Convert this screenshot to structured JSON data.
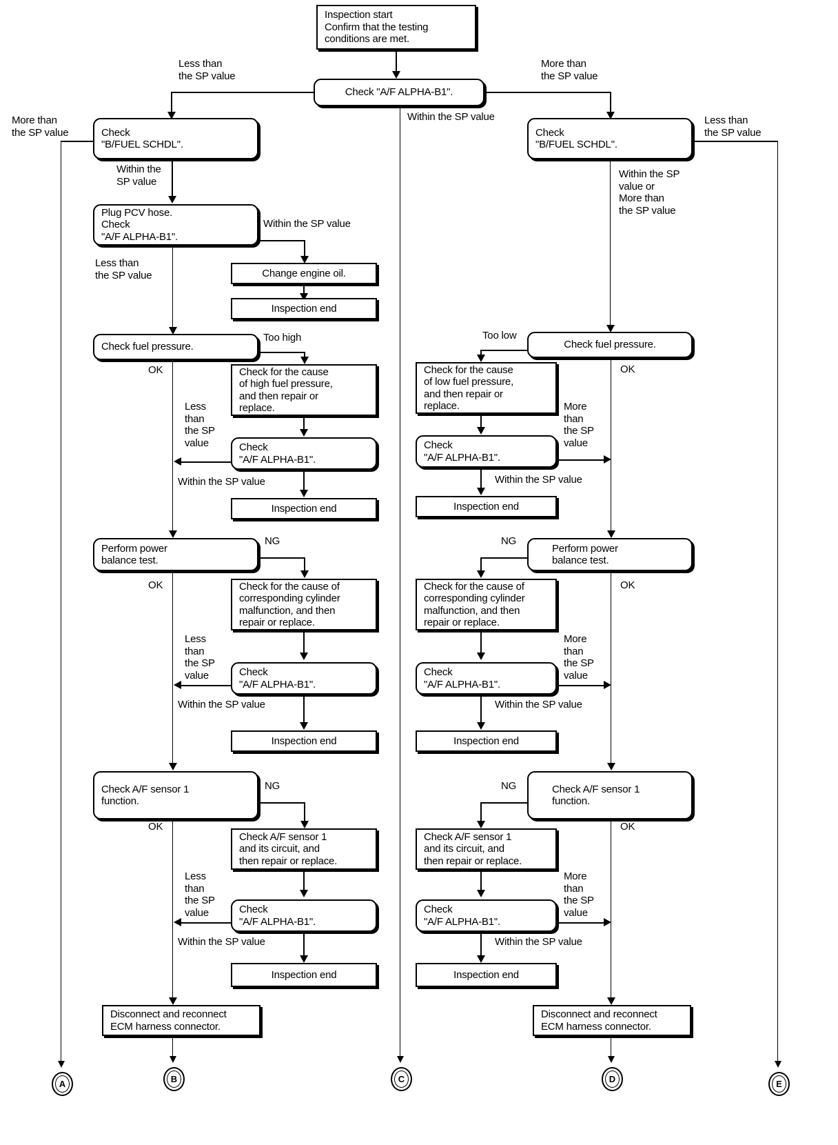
{
  "diagram": {
    "title": "A/F ALPHA-B1 diagnostic flow chart",
    "type": "flowchart",
    "line_color": "#000000",
    "background": "#ffffff"
  },
  "nodes": {
    "start": "Inspection start\nConfirm that the testing\nconditions are met.",
    "check_af_top": "Check \"A/F ALPHA-B1\".",
    "l_bfuel": "Check\n\"B/FUEL SCHDL\".",
    "l_pcv": "Plug PCV hose.\nCheck\n\"A/F ALPHA-B1\".",
    "l_oil": "Change engine oil.",
    "l_end_oil": "Inspection end",
    "l_fuelpress": "Check fuel pressure.",
    "l_cause_high": "Check for the cause\nof high fuel pressure,\nand then repair or\nreplace.",
    "l_af_1": "Check\n\"A/F ALPHA-B1\".",
    "l_end_1": "Inspection end",
    "l_power": "Perform power\nbalance test.",
    "l_cause_cyl": "Check for the cause of\ncorresponding cylinder\nmalfunction, and then\nrepair or replace.",
    "l_af_2": "Check\n\"A/F ALPHA-B1\".",
    "l_end_2": "Inspection end",
    "l_sensor": "Check A/F sensor 1\nfunction.",
    "l_cause_sensor": "Check A/F sensor 1\nand its circuit, and\nthen repair or replace.",
    "l_af_3": "Check\n\"A/F ALPHA-B1\".",
    "l_end_3": "Inspection end",
    "l_ecm": "Disconnect and reconnect\nECM harness connector.",
    "r_bfuel": "Check\n\"B/FUEL SCHDL\".",
    "r_fuelpress": "Check fuel pressure.",
    "r_cause_low": "Check for the cause\nof low fuel pressure,\nand then repair or\nreplace.",
    "r_af_1": "Check\n\"A/F ALPHA-B1\".",
    "r_end_1": "Inspection end",
    "r_power": "Perform power\nbalance test.",
    "r_cause_cyl": "Check for the cause of\ncorresponding cylinder\nmalfunction, and then\nrepair or replace.",
    "r_af_2": "Check\n\"A/F ALPHA-B1\".",
    "r_end_2": "Inspection end",
    "r_sensor": "Check A/F sensor 1\nfunction.",
    "r_cause_sensor": "Check A/F sensor 1\nand its circuit, and\nthen repair or replace.",
    "r_af_3": "Check\n\"A/F ALPHA-B1\".",
    "r_end_3": "Inspection end",
    "r_ecm": "Disconnect and reconnect\nECM harness connector."
  },
  "labels": {
    "less_sp_top": "Less than\nthe SP value",
    "more_sp_top": "More than\nthe SP value",
    "more_sp_far_left": "More than\nthe SP value",
    "less_sp_far_right": "Less than\nthe SP value",
    "within_sp_mid": "Within the SP value",
    "within_sp_left": "Within the\nSP value",
    "within_or_more": "Within the SP\nvalue or\nMore than\nthe SP value",
    "within_sp_pcv": "Within the SP value",
    "less_sp_pcv": "Less than\nthe SP value",
    "too_high": "Too high",
    "too_low": "Too low",
    "ok_1l": "OK",
    "ok_1r": "OK",
    "ok_2l": "OK",
    "ok_2r": "OK",
    "ok_3l": "OK",
    "ok_3r": "OK",
    "less_stack_1": "Less\nthan\nthe SP\nvalue",
    "less_stack_2": "Less\nthan\nthe SP\nvalue",
    "less_stack_3": "Less\nthan\nthe SP\nvalue",
    "more_stack_1": "More\nthan\nthe SP\nvalue",
    "more_stack_2": "More\nthan\nthe SP\nvalue",
    "more_stack_3": "More\nthan\nthe SP\nvalue",
    "within_sp_1l": "Within the SP value",
    "within_sp_2l": "Within the SP value",
    "within_sp_3l": "Within the SP value",
    "within_sp_1r": "Within the SP value",
    "within_sp_2r": "Within the SP value",
    "within_sp_3r": "Within the SP value",
    "ng_1l": "NG",
    "ng_2l": "NG",
    "ng_1r": "NG",
    "ng_2r": "NG"
  },
  "connectors": {
    "a": "A",
    "b": "B",
    "c": "C",
    "d": "D",
    "e": "E"
  }
}
